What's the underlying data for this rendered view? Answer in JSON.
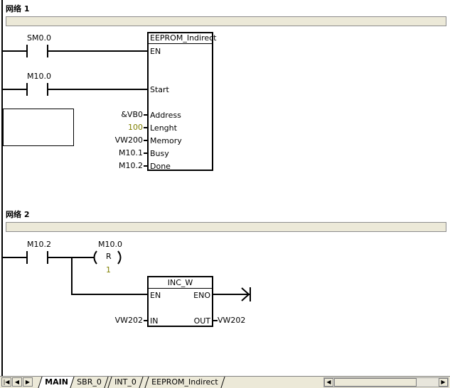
{
  "network1": {
    "title": "网络 1",
    "contact1": "SM0.0",
    "contact2": "M10.0",
    "block": {
      "name": "EEPROM_Indirect",
      "pin_en": "EN",
      "pin_start": "Start",
      "pin_address": "Address",
      "pin_length": "Lenght",
      "pin_memory": "Memory",
      "pin_busy": "Busy",
      "pin_done": "Done"
    },
    "operands": {
      "address": "&VB0",
      "length": "100",
      "memory": "VW200",
      "busy": "M10.1",
      "done": "M10.2"
    }
  },
  "network2": {
    "title": "网络 2",
    "contact": "M10.2",
    "coil": {
      "address": "M10.0",
      "type": "R",
      "count": "1"
    },
    "block": {
      "name": "INC_W",
      "pin_en": "EN",
      "pin_eno": "ENO",
      "pin_in": "IN",
      "pin_out": "OUT"
    },
    "operands": {
      "in": "VW202",
      "out": "VW202"
    }
  },
  "tabs": [
    {
      "label": "MAIN",
      "active": true
    },
    {
      "label": "SBR_0",
      "active": false
    },
    {
      "label": "INT_0",
      "active": false
    },
    {
      "label": "EEPROM_Indirect",
      "active": false
    }
  ],
  "colors": {
    "constant": "#808000",
    "comment_bar": "#ece9d8"
  }
}
